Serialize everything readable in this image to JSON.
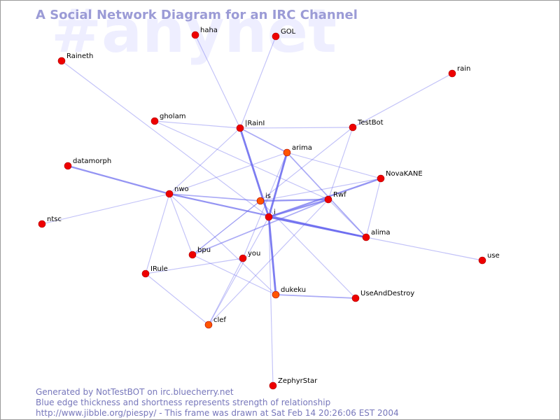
{
  "watermark": "#anynet",
  "title": "A Social Network Diagram for an IRC Channel",
  "footer": {
    "line1": "Generated by NotTestBOT on irc.bluecherry.net",
    "line2": "Blue edge thickness and shortness represents strength of relationship",
    "line3": "http://www.jibble.org/piespy/ - This frame was drawn at Sat Feb 14 20:26:06 EST 2004"
  },
  "colors": {
    "node_red": "#ee0000",
    "node_orange": "#ff5500",
    "edge": "#6666ee",
    "title": "#9b9bd6",
    "footer": "#7777bb",
    "watermark": "#eeeeff"
  },
  "nodes": [
    {
      "id": "haha",
      "label": "haha",
      "color": "red"
    },
    {
      "id": "GOL",
      "label": "GOL",
      "color": "red"
    },
    {
      "id": "Raineth",
      "label": "Raineth",
      "color": "red"
    },
    {
      "id": "rain",
      "label": "rain",
      "color": "red"
    },
    {
      "id": "gholam",
      "label": "gholam",
      "color": "red"
    },
    {
      "id": "IRainI",
      "label": "|RainI",
      "color": "red"
    },
    {
      "id": "TestBot",
      "label": "TestBot",
      "color": "red"
    },
    {
      "id": "arima",
      "label": "arima",
      "color": "orange"
    },
    {
      "id": "datamorph",
      "label": "datamorph",
      "color": "red"
    },
    {
      "id": "NovaKANE",
      "label": "NovaKANE",
      "color": "red"
    },
    {
      "id": "nwo",
      "label": "nwo",
      "color": "red"
    },
    {
      "id": "is",
      "label": "is",
      "color": "orange"
    },
    {
      "id": "Rwf",
      "label": "Rwf",
      "color": "red"
    },
    {
      "id": "i",
      "label": "i",
      "color": "red"
    },
    {
      "id": "ntsc",
      "label": "ntsc",
      "color": "red"
    },
    {
      "id": "alima",
      "label": "alima",
      "color": "red"
    },
    {
      "id": "bpu",
      "label": "bpu",
      "color": "red"
    },
    {
      "id": "you",
      "label": "you",
      "color": "red"
    },
    {
      "id": "use",
      "label": "use",
      "color": "red"
    },
    {
      "id": "IRule",
      "label": "IRule",
      "color": "red"
    },
    {
      "id": "dukeku",
      "label": "dukeku",
      "color": "orange"
    },
    {
      "id": "UseAndDestroy",
      "label": "UseAndDestroy",
      "color": "red"
    },
    {
      "id": "clef",
      "label": "clef",
      "color": "orange"
    },
    {
      "id": "ZephyrStar",
      "label": "ZephyrStar",
      "color": "red"
    }
  ],
  "edges": [
    {
      "source": "haha",
      "target": "IRainI",
      "weight": 1
    },
    {
      "source": "GOL",
      "target": "IRainI",
      "weight": 1
    },
    {
      "source": "Raineth",
      "target": "i",
      "weight": 1
    },
    {
      "source": "rain",
      "target": "TestBot",
      "weight": 1
    },
    {
      "source": "gholam",
      "target": "IRainI",
      "weight": 1
    },
    {
      "source": "gholam",
      "target": "Rwf",
      "weight": 1
    },
    {
      "source": "IRainI",
      "target": "TestBot",
      "weight": 1
    },
    {
      "source": "IRainI",
      "target": "i",
      "weight": 4
    },
    {
      "source": "IRainI",
      "target": "nwo",
      "weight": 1
    },
    {
      "source": "IRainI",
      "target": "arima",
      "weight": 2
    },
    {
      "source": "TestBot",
      "target": "bpu",
      "weight": 1
    },
    {
      "source": "TestBot",
      "target": "Rwf",
      "weight": 1
    },
    {
      "source": "arima",
      "target": "i",
      "weight": 4
    },
    {
      "source": "arima",
      "target": "alima",
      "weight": 2
    },
    {
      "source": "arima",
      "target": "nwo",
      "weight": 1
    },
    {
      "source": "arima",
      "target": "NovaKANE",
      "weight": 1
    },
    {
      "source": "arima",
      "target": "you",
      "weight": 1
    },
    {
      "source": "datamorph",
      "target": "nwo",
      "weight": 3
    },
    {
      "source": "NovaKANE",
      "target": "i",
      "weight": 3
    },
    {
      "source": "NovaKANE",
      "target": "alima",
      "weight": 1
    },
    {
      "source": "NovaKANE",
      "target": "is",
      "weight": 1
    },
    {
      "source": "nwo",
      "target": "is",
      "weight": 2
    },
    {
      "source": "nwo",
      "target": "alima",
      "weight": 3
    },
    {
      "source": "nwo",
      "target": "bpu",
      "weight": 1
    },
    {
      "source": "nwo",
      "target": "IRule",
      "weight": 1
    },
    {
      "source": "nwo",
      "target": "dukeku",
      "weight": 1
    },
    {
      "source": "ntsc",
      "target": "nwo",
      "weight": 1
    },
    {
      "source": "is",
      "target": "Rwf",
      "weight": 3
    },
    {
      "source": "is",
      "target": "bpu",
      "weight": 1
    },
    {
      "source": "is",
      "target": "UseAndDestroy",
      "weight": 1
    },
    {
      "source": "i",
      "target": "Rwf",
      "weight": 3
    },
    {
      "source": "i",
      "target": "alima",
      "weight": 4
    },
    {
      "source": "i",
      "target": "dukeku",
      "weight": 4
    },
    {
      "source": "i",
      "target": "ZephyrStar",
      "weight": 1
    },
    {
      "source": "i",
      "target": "clef",
      "weight": 1
    },
    {
      "source": "Rwf",
      "target": "bpu",
      "weight": 2
    },
    {
      "source": "Rwf",
      "target": "clef",
      "weight": 1
    },
    {
      "source": "Rwf",
      "target": "alima",
      "weight": 1
    },
    {
      "source": "alima",
      "target": "use",
      "weight": 1
    },
    {
      "source": "you",
      "target": "clef",
      "weight": 1
    },
    {
      "source": "you",
      "target": "IRule",
      "weight": 1
    },
    {
      "source": "bpu",
      "target": "dukeku",
      "weight": 1
    },
    {
      "source": "IRule",
      "target": "clef",
      "weight": 1
    },
    {
      "source": "dukeku",
      "target": "UseAndDestroy",
      "weight": 2
    }
  ]
}
